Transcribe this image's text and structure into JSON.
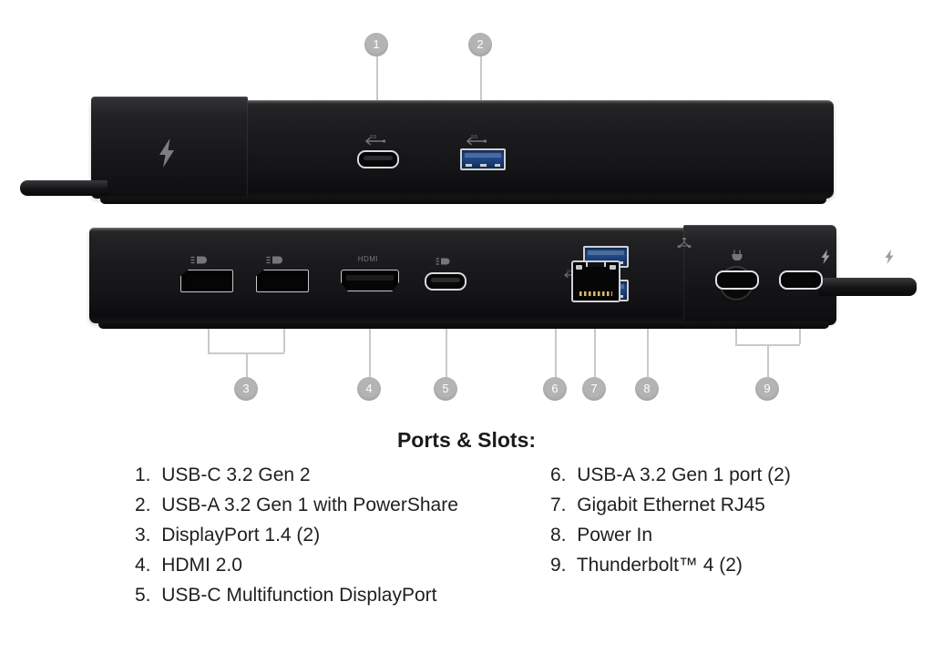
{
  "legend": {
    "title": "Ports & Slots:",
    "left_items": [
      {
        "num": "1.",
        "label": "USB-C 3.2 Gen 2"
      },
      {
        "num": "2.",
        "label": "USB-A 3.2 Gen 1 with PowerShare"
      },
      {
        "num": "3.",
        "label": "DisplayPort 1.4 (2)"
      },
      {
        "num": "4.",
        "label": "HDMI 2.0"
      },
      {
        "num": "5.",
        "label": "USB-C Multifunction DisplayPort"
      }
    ],
    "right_items": [
      {
        "num": "6.",
        "label": "USB-A 3.2 Gen 1 port (2)"
      },
      {
        "num": "7.",
        "label": "Gigabit Ethernet RJ45"
      },
      {
        "num": "8.",
        "label": "Power In"
      },
      {
        "num": "9.",
        "label": "Thunderbolt™ 4 (2)"
      }
    ]
  },
  "callouts": [
    {
      "id": "1",
      "number": "1"
    },
    {
      "id": "2",
      "number": "2"
    },
    {
      "id": "3",
      "number": "3"
    },
    {
      "id": "4",
      "number": "4"
    },
    {
      "id": "5",
      "number": "5"
    },
    {
      "id": "6",
      "number": "6"
    },
    {
      "id": "7",
      "number": "7"
    },
    {
      "id": "8",
      "number": "8"
    },
    {
      "id": "9",
      "number": "9"
    }
  ],
  "views": {
    "front": {
      "name": "front-view",
      "brand_icon": "thunderbolt-bolt-icon",
      "ports": [
        {
          "ref": "1",
          "type": "usb-c",
          "silk": "SS-USB-icon"
        },
        {
          "ref": "2",
          "type": "usb-a",
          "silk": "SS-USB-icon",
          "color": "#204a8e"
        }
      ]
    },
    "rear": {
      "name": "rear-view",
      "ports": [
        {
          "ref": "3a",
          "type": "displayport",
          "silk": "displayport-icon"
        },
        {
          "ref": "3b",
          "type": "displayport",
          "silk": "displayport-icon"
        },
        {
          "ref": "4",
          "type": "hdmi",
          "silk": "hdmi-icon"
        },
        {
          "ref": "5",
          "type": "usb-c",
          "silk": "displayport-icon"
        },
        {
          "ref": "6a",
          "type": "usb-a",
          "silk": "SS-USB-icon",
          "color": "#204a8e"
        },
        {
          "ref": "6b",
          "type": "usb-a",
          "silk": "SS-USB-icon",
          "color": "#204a8e"
        },
        {
          "ref": "7",
          "type": "rj45",
          "silk": "ethernet-icon"
        },
        {
          "ref": "8",
          "type": "power-jack",
          "silk": "power-icon"
        },
        {
          "ref": "9a",
          "type": "thunderbolt",
          "silk": "thunderbolt-bolt-icon"
        },
        {
          "ref": "9b",
          "type": "thunderbolt",
          "silk": "thunderbolt-bolt-icon"
        }
      ]
    }
  },
  "colors": {
    "background": "#ffffff",
    "badge": "#b4b4b4",
    "badge_text": "#ffffff",
    "leader_line": "#c9c9c9",
    "chassis_dark": "#141416",
    "usb_blue": "#204a8e",
    "silk_grey": "#6e7073",
    "text": "#1f1f1f"
  }
}
